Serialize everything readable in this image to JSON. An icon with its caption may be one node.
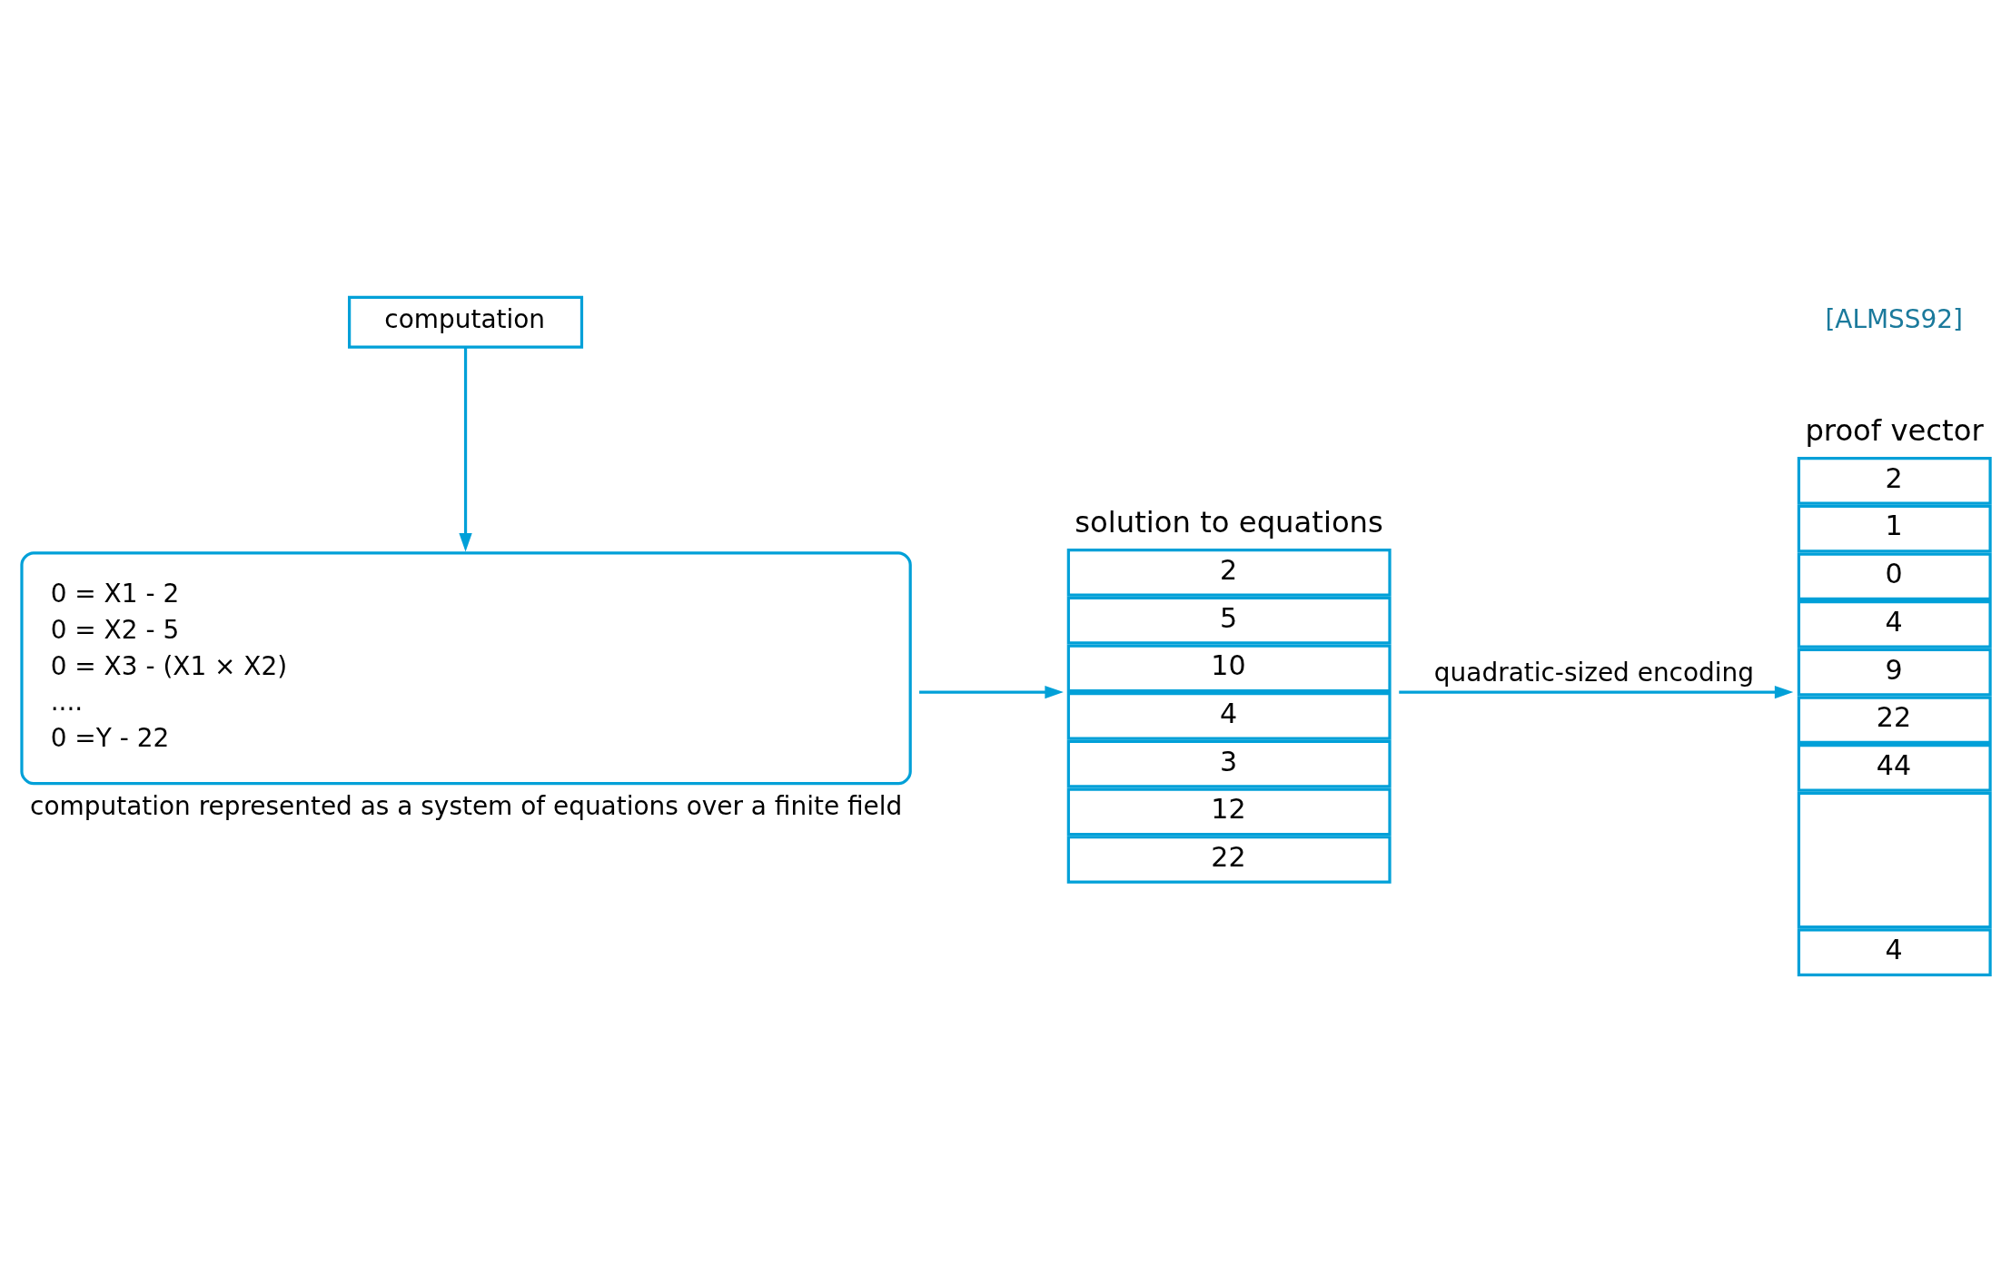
{
  "diagram": {
    "nodes": [
      {
        "text": [
          "computation"
        ]
      },
      {
        "text": [
          "0 = X1 - 2",
          "0 = X2 - 5",
          "0 = X3 - (X1 × X2)",
          "....",
          "0 =Y - 22"
        ],
        "beside": [
          "computation represented as a system of equations over a finite field"
        ]
      },
      {
        "text": [
          "solution to equations",
          "2",
          "5",
          "10",
          "4",
          "3",
          "12",
          "22"
        ]
      },
      {
        "text": [
          "proof vector",
          "2",
          "1",
          "0",
          "4",
          "9",
          "22",
          "44",
          "4"
        ]
      }
    ],
    "edges": [
      {
        "from": 0,
        "to": 1,
        "arrow": "to"
      },
      {
        "from": 1,
        "to": 2,
        "arrow": "to"
      },
      {
        "from": 2,
        "to": 3,
        "arrow": "to",
        "label": "quadratic-sized encoding"
      }
    ],
    "labels": [
      "[ALMSS92]"
    ]
  }
}
